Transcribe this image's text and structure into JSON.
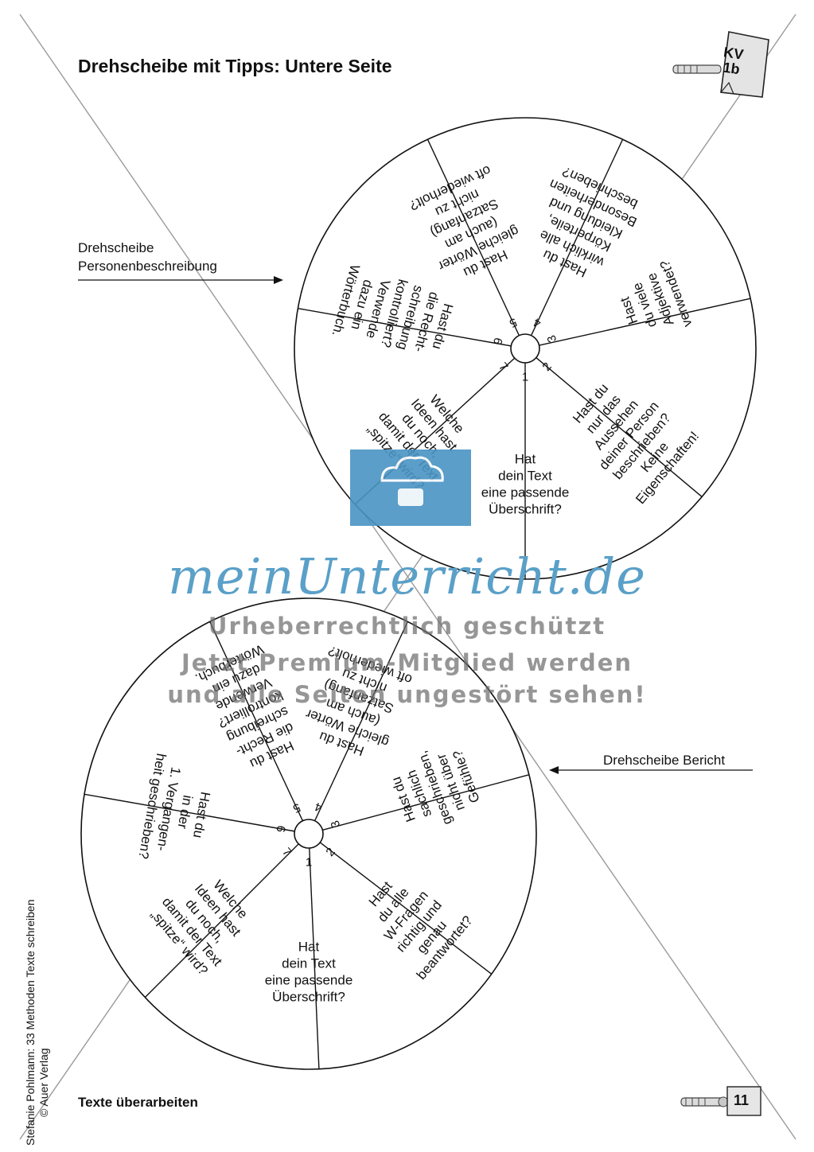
{
  "header": {
    "title": "Drehscheibe mit Tipps: Untere Seite",
    "badge_line1": "KV",
    "badge_line2": "1b"
  },
  "labels": {
    "top_line1": "Drehscheibe",
    "top_line2": "Personenbeschreibung",
    "bottom": "Drehscheibe Bericht"
  },
  "wheel_top": {
    "segments": [
      {
        "number": "1",
        "lines": [
          "Hat",
          "dein Text",
          "eine passende",
          "Überschrift?"
        ]
      },
      {
        "number": "2",
        "lines": [
          "Hast du",
          "nur das",
          "Aussehen",
          "deiner Person",
          "beschrieben?",
          "Keine",
          "Eigenschaften!"
        ]
      },
      {
        "number": "3",
        "lines": [
          "Hast",
          "du viele",
          "Adjektive",
          "verwendet?"
        ]
      },
      {
        "number": "4",
        "lines": [
          "Hast du",
          "wirklich alle",
          "Körperteile,",
          "Kleidung und",
          "Besonderheiten",
          "beschrieben?"
        ]
      },
      {
        "number": "5",
        "lines": [
          "Hast du",
          "gleiche Wörter",
          "(auch am",
          "Satzanfang)",
          "nicht zu",
          "oft wiederholt?"
        ]
      },
      {
        "number": "6",
        "lines": [
          "Hast du",
          "die Recht-",
          "schreibung",
          "kontrolliert?",
          "Verwende",
          "dazu ein",
          "Wörterbuch."
        ]
      },
      {
        "number": "7",
        "lines": [
          "Welche",
          "Ideen hast",
          "du noch,",
          "damit der Text",
          "„spitze“ wird?"
        ]
      }
    ]
  },
  "wheel_bottom": {
    "segments": [
      {
        "number": "1",
        "lines": [
          "Hat",
          "dein Text",
          "eine passende",
          "Überschrift?"
        ]
      },
      {
        "number": "2",
        "lines": [
          "Hast",
          "du alle",
          "W-Fragen",
          "richtig und",
          "genau",
          "beantwortet?"
        ]
      },
      {
        "number": "3",
        "lines": [
          "Hast du",
          "sachlich",
          "geschrieben,",
          "nicht über",
          "Gefühle?"
        ]
      },
      {
        "number": "4",
        "lines": [
          "Hast du",
          "gleiche Wörter",
          "(auch am",
          "Satzanfang)",
          "nicht zu",
          "oft wiederholt?"
        ]
      },
      {
        "number": "5",
        "lines": [
          "Hast du",
          "die Recht-",
          "schreibung",
          "kontrolliert?",
          "Verwende",
          "dazu ein",
          "Wörterbuch."
        ]
      },
      {
        "number": "6",
        "lines": [
          "Hast du",
          "in der",
          "1. Vergangen-",
          "heit geschrieben?"
        ]
      },
      {
        "number": "7",
        "lines": [
          "Welche",
          "Ideen hast",
          "du noch,",
          "damit der Text",
          "„spitze“ wird?"
        ]
      }
    ]
  },
  "sidebar": {
    "line1": "Stefanie Pohlmann: 33 Methoden Texte schreiben",
    "line2": "© Auer Verlag"
  },
  "footer": {
    "left": "Texte überarbeiten",
    "page": "11"
  },
  "watermark": {
    "brand": "meinUnterricht.de",
    "line1": "Urheberrechtlich geschützt",
    "line2": "Jetzt Premium-Mitglied werden",
    "line3": "und alle Seiten ungestört sehen!",
    "color": "#5aa0c8"
  },
  "icons": [
    "key-icon",
    "briefcase-cloud-icon",
    "arrow-right-icon",
    "arrow-left-icon"
  ]
}
